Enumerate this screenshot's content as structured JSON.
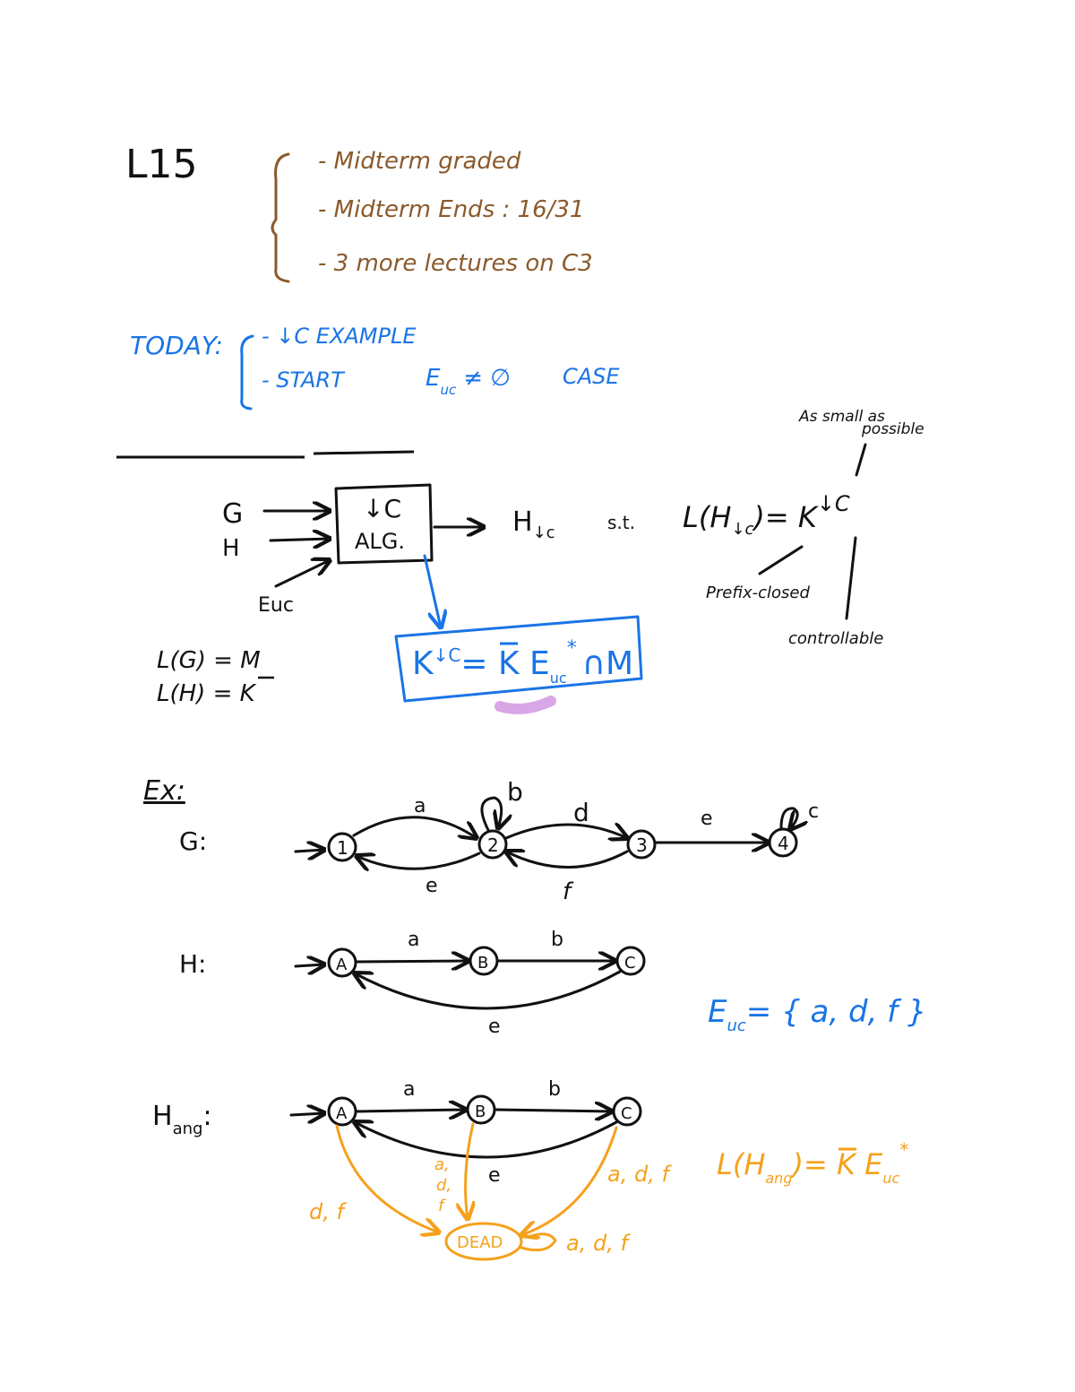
{
  "colors": {
    "black_ink": "#111111",
    "brown_ink": "#8a5a2b",
    "blue_ink": "#1a74e6",
    "orange_ink": "#f5a11c",
    "purple_highlight": "#d9a6e6"
  },
  "header": {
    "lecture": "L15",
    "notes": [
      "- Midterm graded",
      "- Midterm Ends : 16/31",
      "- 3 more lectures on C3"
    ]
  },
  "today": {
    "label": "TODAY:",
    "items": [
      "- ↓C EXAMPLE",
      "- START",
      "CASE"
    ],
    "enuc": "E",
    "enuc_sub": "uc",
    "neq_empty": "≠ ∅"
  },
  "algo": {
    "input_g": "G",
    "input_h": "H",
    "input_e": "Euc",
    "box_line1": "↓C",
    "box_line2": "ALG.",
    "output": "H",
    "output_sub": "↓c",
    "st": "s.t.",
    "lang_eq": "L(H",
    "lang_eq_sub": "↓c",
    "lang_eq_tail": ")= K",
    "lang_eq_sup": "↓C",
    "note_small_1": "As small as",
    "note_small_2": "possible",
    "note_prefix": "Prefix-closed",
    "note_controllable": "controllable",
    "lg": "L(G) = M",
    "lh": "L(H) = K",
    "formula_main": "K",
    "formula_sup": "↓C",
    "formula_eq": "= K E",
    "formula_star": "*",
    "formula_sub": "uc",
    "formula_tail": "∩M"
  },
  "example": {
    "label": "Ex:",
    "g_label": "G:",
    "g_states": [
      "1",
      "2",
      "3",
      "4"
    ],
    "g_edges": {
      "a": "a",
      "e": "e",
      "b": "b",
      "d": "d",
      "f": "f",
      "c": "c",
      "e2": "e"
    },
    "h_label": "H:",
    "h_states": [
      "A",
      "B",
      "C"
    ],
    "h_edges": {
      "a": "a",
      "b": "b",
      "e": "e"
    },
    "euc_set": "E",
    "euc_sub": "uc",
    "euc_rhs": "= { a, d, f }",
    "hang_label": "H",
    "hang_sub": "ang",
    "hang_colon": ":",
    "hang_states": [
      "A",
      "B",
      "C"
    ],
    "hang_edges": {
      "a": "a",
      "b": "b",
      "e": "e"
    },
    "dead_label": "DEAD",
    "dead_from_a": "d, f",
    "dead_from_b1": "a,",
    "dead_from_b2": "d,",
    "dead_from_b3": "f",
    "dead_from_c": "a, d, f",
    "dead_self": "a, d, f",
    "hang_lang": "L(H",
    "hang_lang_sub": "ang",
    "hang_lang_tail": ")= K E",
    "hang_lang_sub2": "uc",
    "hang_lang_star": "*"
  }
}
